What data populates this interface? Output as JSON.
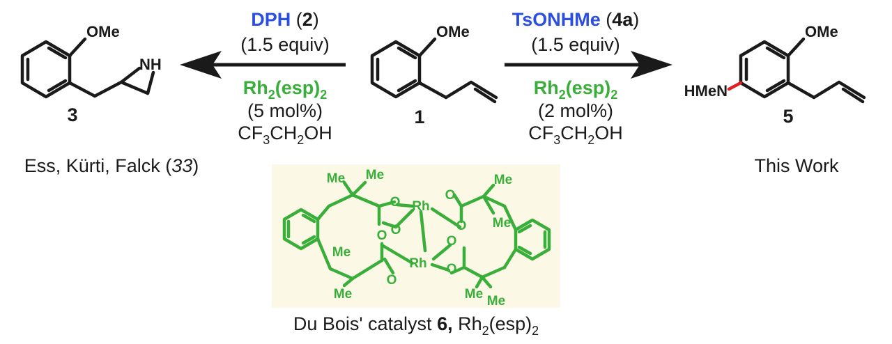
{
  "left_arrow": {
    "reagent_name": "DPH",
    "reagent_paren_open": " (",
    "reagent_number": "2",
    "reagent_paren_close": ")",
    "equiv": "(1.5 equiv)",
    "catalyst_main": "Rh",
    "catalyst_sub": "2",
    "catalyst_rest": "(esp)",
    "catalyst_sub2": "2",
    "loading": "(5 mol%)",
    "solvent_cf": "CF",
    "solvent_sub1": "3",
    "solvent_ch": "CH",
    "solvent_sub2": "2",
    "solvent_oh": "OH"
  },
  "right_arrow": {
    "reagent_name": "TsONHMe",
    "reagent_paren_open": " (",
    "reagent_number": "4a",
    "reagent_paren_close": ")",
    "equiv": "(1.5 equiv)",
    "catalyst_main": "Rh",
    "catalyst_sub": "2",
    "catalyst_rest": "(esp)",
    "catalyst_sub2": "2",
    "loading": "(2 mol%)",
    "solvent_cf": "CF",
    "solvent_sub1": "3",
    "solvent_ch": "CH",
    "solvent_sub2": "2",
    "solvent_oh": "OH"
  },
  "compounds": {
    "c3_label": "3",
    "c3_ome": "OMe",
    "c3_nh": "NH",
    "c1_label": "1",
    "c1_ome": "OMe",
    "c5_label": "5",
    "c5_ome": "OMe",
    "c5_hmen": "HMeN"
  },
  "citations": {
    "left_authors": "Ess, Kürti, Falck (",
    "left_ref": "33",
    "left_close": ")",
    "right": "This Work"
  },
  "catalyst_box": {
    "caption_prefix": "Du Bois' catalyst ",
    "caption_number": "6,",
    "caption_rh": " Rh",
    "caption_sub": "2",
    "caption_esp": "(esp)",
    "caption_sub2": "2",
    "rh_top": "Rh",
    "rh_bottom": "Rh",
    "o": "O",
    "me": "Me",
    "background": "#fbf8e6"
  },
  "colors": {
    "blue": "#2b4fe0",
    "green": "#3aae3a",
    "red": "#e02020"
  }
}
